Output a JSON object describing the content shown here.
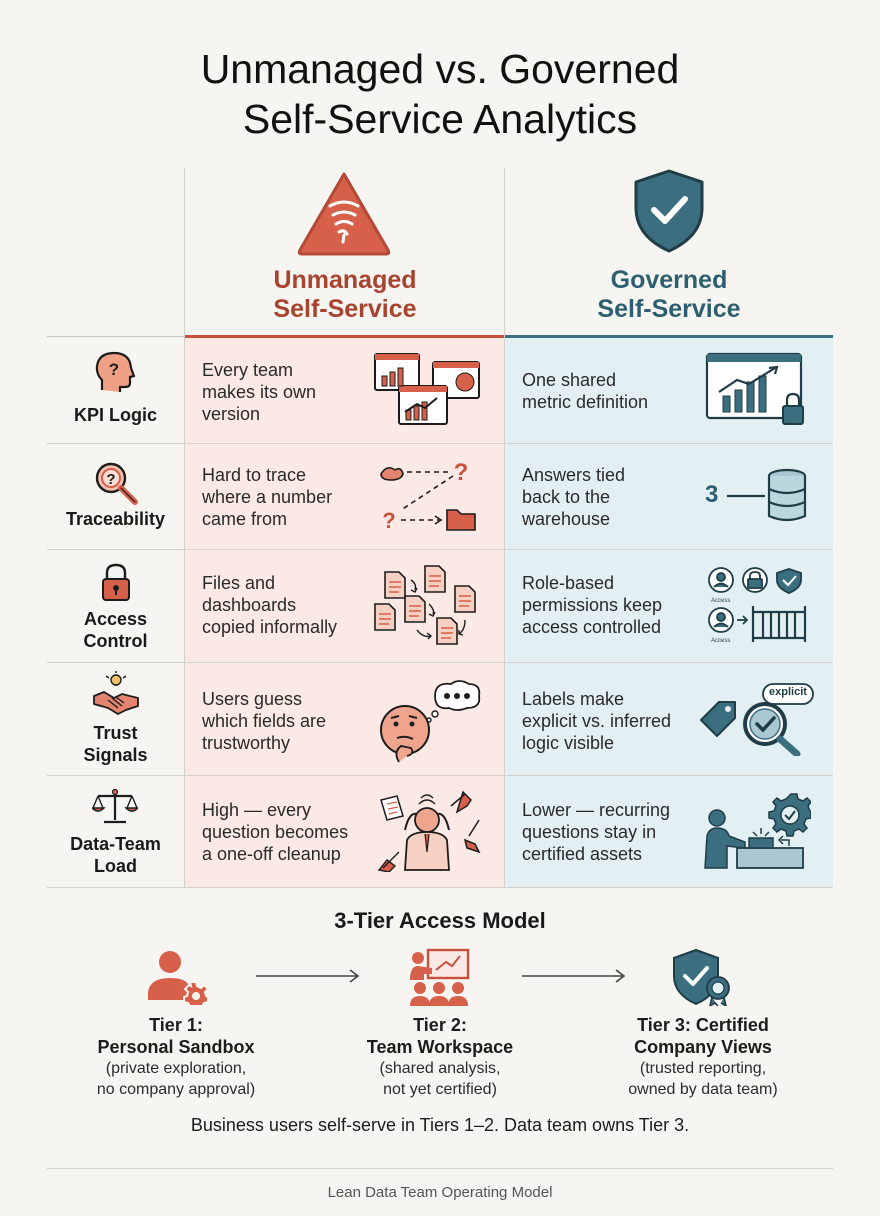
{
  "title": {
    "line1": "Unmanaged vs. Governed",
    "line2": "Self-Service Analytics"
  },
  "columns": {
    "unmanaged": {
      "line1": "Unmanaged",
      "line2": "Self-Service",
      "color": "#a8432f"
    },
    "governed": {
      "line1": "Governed",
      "line2": "Self-Service",
      "color": "#2e5f70"
    }
  },
  "rows": [
    {
      "criterion": [
        "KPI Logic"
      ],
      "unmanaged": [
        "Every team",
        "makes its own",
        "version"
      ],
      "governed": [
        "One shared",
        "metric definition"
      ]
    },
    {
      "criterion": [
        "Traceability"
      ],
      "unmanaged": [
        "Hard to trace",
        "where a number",
        "came from"
      ],
      "governed": [
        "Answers tied",
        "back to the",
        "warehouse"
      ],
      "governed_icon_text": "3"
    },
    {
      "criterion": [
        "Access",
        "Control"
      ],
      "unmanaged": [
        "Files and",
        "dashboards",
        "copied informally"
      ],
      "governed": [
        "Role-based",
        "permissions keep",
        "access controlled"
      ],
      "governed_icon_text": [
        "Access",
        "Access"
      ]
    },
    {
      "criterion": [
        "Trust",
        "Signals"
      ],
      "unmanaged": [
        "Users guess",
        "which fields are",
        "trustworthy"
      ],
      "governed": [
        "Labels make",
        "explicit vs. inferred",
        "logic visible"
      ],
      "governed_icon_text": "explicit"
    },
    {
      "criterion": [
        "Data-Team",
        "Load"
      ],
      "unmanaged": [
        "High — every",
        "question becomes",
        "a one-off cleanup"
      ],
      "governed": [
        "Lower — recurring",
        "questions stay in",
        "certified assets"
      ]
    }
  ],
  "tier_model": {
    "title": "3-Tier Access Model",
    "tiers": [
      {
        "name": [
          "Tier 1:",
          "Personal Sandbox"
        ],
        "desc": [
          "(private exploration,",
          "no company approval)"
        ]
      },
      {
        "name": [
          "Tier 2:",
          "Team Workspace"
        ],
        "desc": [
          "(shared analysis,",
          "not yet certified)"
        ]
      },
      {
        "name": [
          "Tier 3: Certified",
          "Company Views"
        ],
        "desc": [
          "(trusted reporting,",
          "owned by data team)"
        ]
      }
    ],
    "summary": "Business users self-serve in Tiers 1–2. Data team owns Tier 3."
  },
  "footer": "Lean Data Team Operating Model",
  "colors": {
    "red_bg": "#fbe9e5",
    "blue_bg": "#e3f0f3",
    "red": "#d6604a",
    "blue": "#3b6f80",
    "dark": "#1f3c47"
  }
}
